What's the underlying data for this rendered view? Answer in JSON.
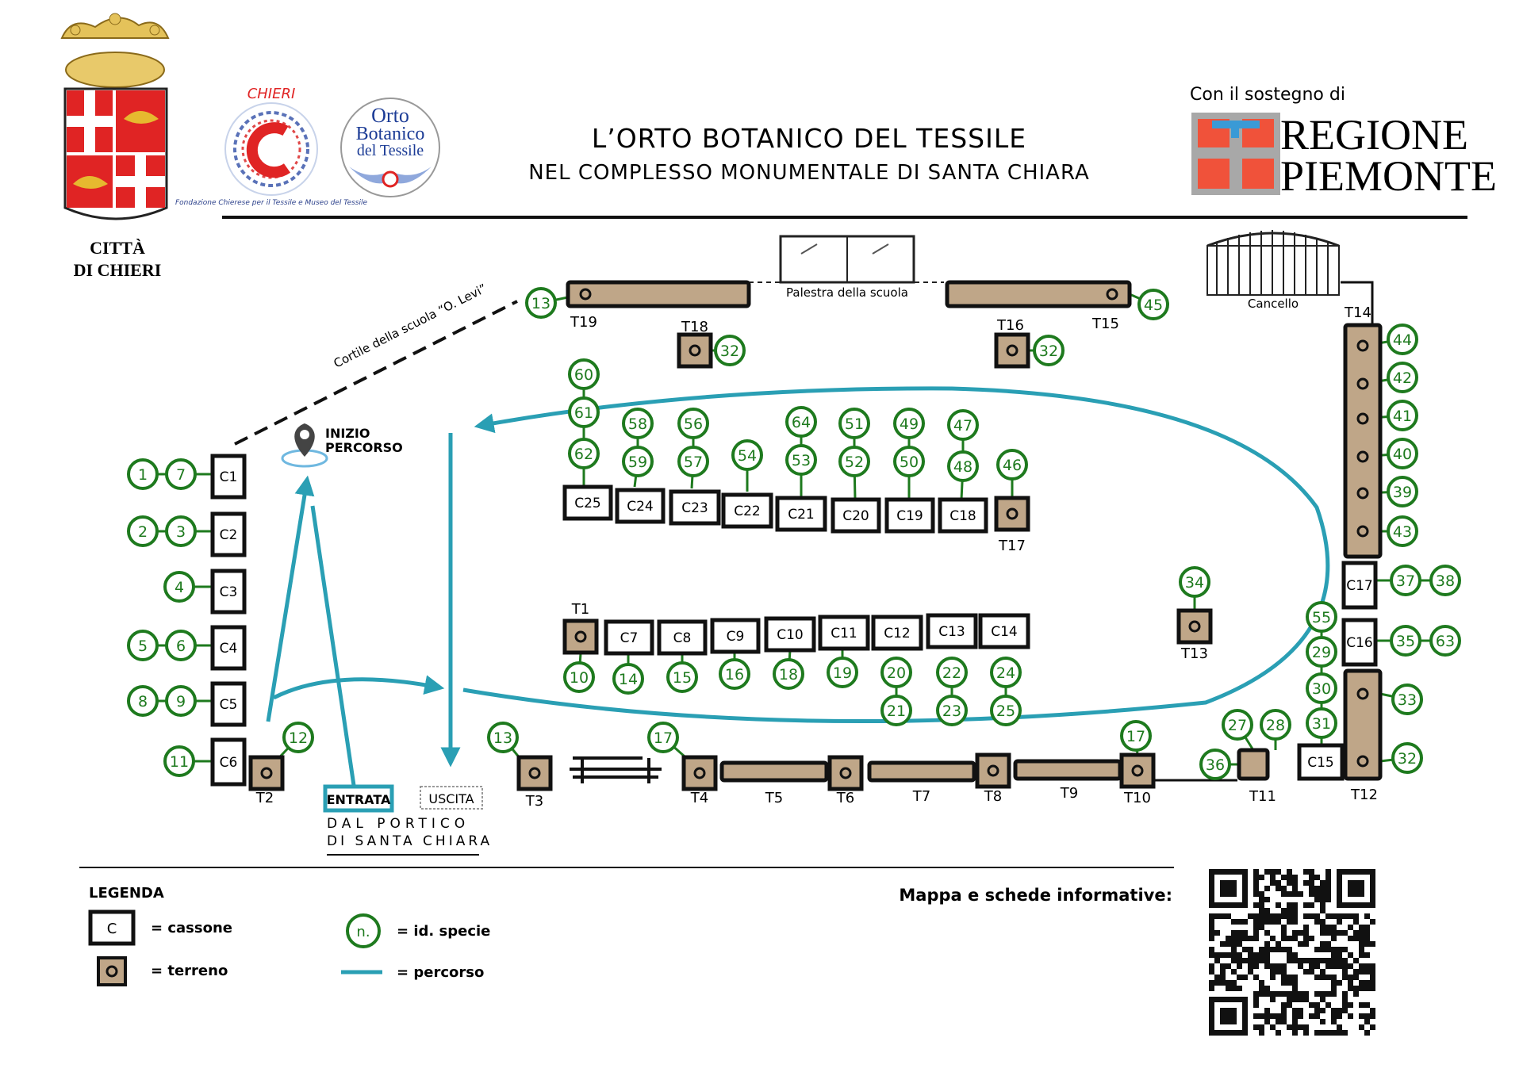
{
  "header": {
    "city_line1": "CITTÀ",
    "city_line2": "DI CHIERI",
    "logo1_top": "CHIERI",
    "logo1_ring": "Fondazione Chierese per il Tessile e Museo del Tessile",
    "logo2_line1": "Orto",
    "logo2_line2": "Botanico",
    "logo2_line3": "del Tessile",
    "title": "L’ORTO BOTANICO DEL TESSILE",
    "subtitle": "NEL COMPLESSO MONUMENTALE DI SANTA CHIARA",
    "support_label": "Con il sostegno di",
    "region_line1": "REGIONE",
    "region_line2": "PIEMONTE"
  },
  "map": {
    "palestra": "Palestra della scuola",
    "cancello": "Cancello",
    "cortile": "Cortile della scuola “O. Levi”",
    "inizio_1": "INIZIO",
    "inizio_2": "PERCORSO",
    "entrata": "ENTRATA",
    "uscita": "USCITA",
    "portico_1": "DAL PORTICO",
    "portico_2": "DI SANTA CHIARA",
    "cassoni": [
      "C1",
      "C2",
      "C3",
      "C4",
      "C5",
      "C6",
      "C7",
      "C8",
      "C9",
      "C10",
      "C11",
      "C12",
      "C13",
      "C14",
      "C15",
      "C16",
      "C17",
      "C18",
      "C19",
      "C20",
      "C21",
      "C22",
      "C23",
      "C24",
      "C25"
    ],
    "terreni": [
      "T1",
      "T2",
      "T3",
      "T4",
      "T5",
      "T6",
      "T7",
      "T8",
      "T9",
      "T10",
      "T11",
      "T12",
      "T13",
      "T14",
      "T15",
      "T16",
      "T17",
      "T18",
      "T19"
    ],
    "species_ids": [
      "1",
      "7",
      "2",
      "3",
      "4",
      "5",
      "6",
      "8",
      "9",
      "11",
      "12",
      "13",
      "45",
      "32",
      "32",
      "44",
      "42",
      "41",
      "40",
      "39",
      "43",
      "60",
      "61",
      "62",
      "58",
      "59",
      "56",
      "57",
      "54",
      "64",
      "53",
      "51",
      "52",
      "49",
      "50",
      "47",
      "48",
      "46",
      "37",
      "38",
      "35",
      "63",
      "34",
      "55",
      "29",
      "30",
      "31",
      "33",
      "32",
      "10",
      "14",
      "15",
      "16",
      "18",
      "19",
      "20",
      "21",
      "22",
      "23",
      "24",
      "25",
      "13",
      "17",
      "17",
      "27",
      "28",
      "36"
    ]
  },
  "legend": {
    "title": "LEGENDA",
    "cassone_symbol": "C",
    "cassone": "= cassone",
    "terreno": "= terreno",
    "specie_symbol": "n.",
    "specie": "= id. specie",
    "percorso": "= percorso"
  },
  "qr": {
    "label": "Mappa e schede informative:"
  },
  "colors": {
    "species_green": "#1e7a1e",
    "path_teal": "#2a9fb4",
    "terrain_brown": "#bfa688",
    "red": "#e02424"
  }
}
